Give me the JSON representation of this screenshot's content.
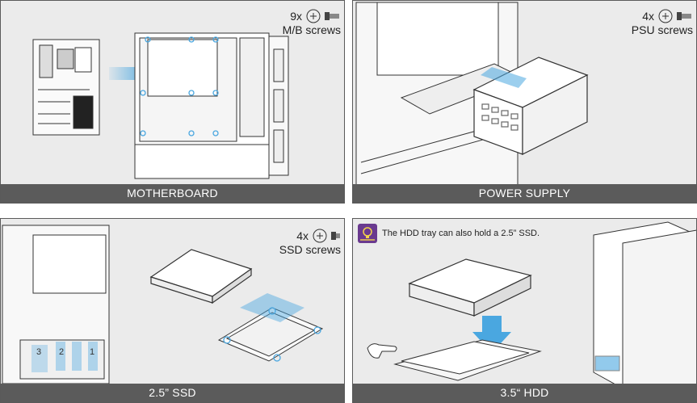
{
  "panels": {
    "motherboard": {
      "caption": "MOTHERBOARD",
      "screw_count": "9x",
      "screw_label": "M/B screws",
      "icons": [
        "motherboard-icon",
        "case-side-icon",
        "arrow-right-icon",
        "screw-icon"
      ]
    },
    "power_supply": {
      "caption": "POWER SUPPLY",
      "screw_count": "4x",
      "screw_label": "PSU screws",
      "icons": [
        "psu-icon",
        "case-bottom-icon",
        "arrow-icon",
        "screw-icon"
      ]
    },
    "ssd": {
      "caption": "2.5” SSD",
      "screw_count": "4x",
      "screw_label": "SSD screws",
      "bay_numbers": [
        "3",
        "2",
        "1"
      ],
      "icons": [
        "ssd-icon",
        "ssd-tray-icon",
        "case-front-icon",
        "screw-icon"
      ]
    },
    "hdd": {
      "caption": "3.5“  HDD",
      "tip_text": "The HDD tray can also hold a 2.5” SSD.",
      "icons": [
        "pro-tip-icon",
        "hdd-icon",
        "hdd-tray-icon",
        "hand-pointer-icon",
        "case-rear-icon"
      ]
    }
  },
  "colors": {
    "panel_bg": "#ebebeb",
    "caption_bg": "#5b5b5b",
    "caption_text": "#ffffff",
    "highlight": "#4aa7e0",
    "tip_icon": "#6a3a8f"
  }
}
